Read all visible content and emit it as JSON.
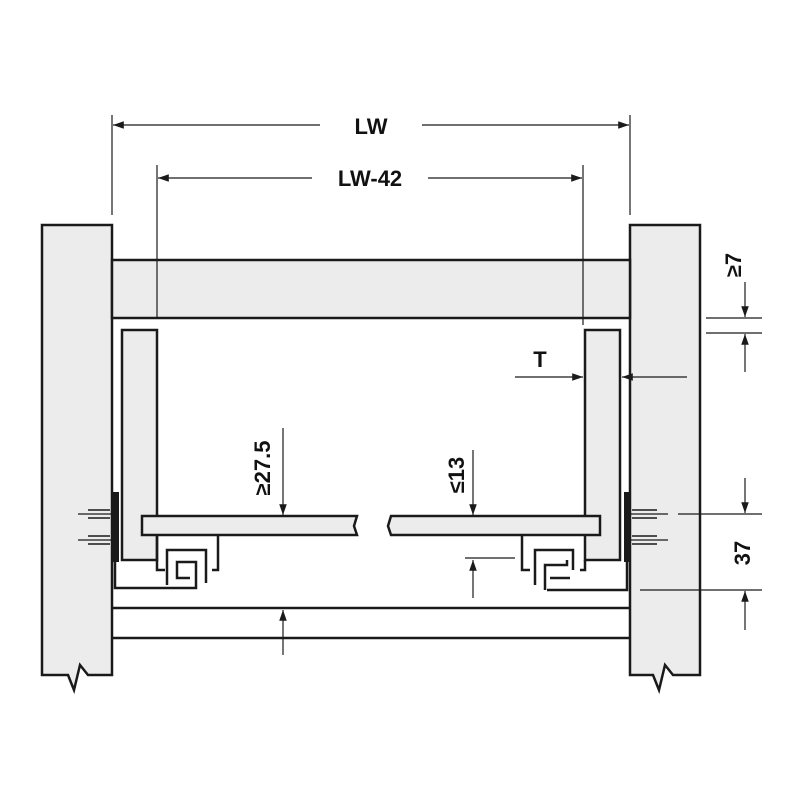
{
  "dimensions": {
    "lw": "LW",
    "lw42": "LW-42",
    "t": "T",
    "gap_top": "≥7",
    "side_height": "37",
    "bottom_min": "≥27.5",
    "bottom_max": "≤13"
  },
  "colors": {
    "line": "#1a1a1a",
    "panel": "#ececec"
  }
}
